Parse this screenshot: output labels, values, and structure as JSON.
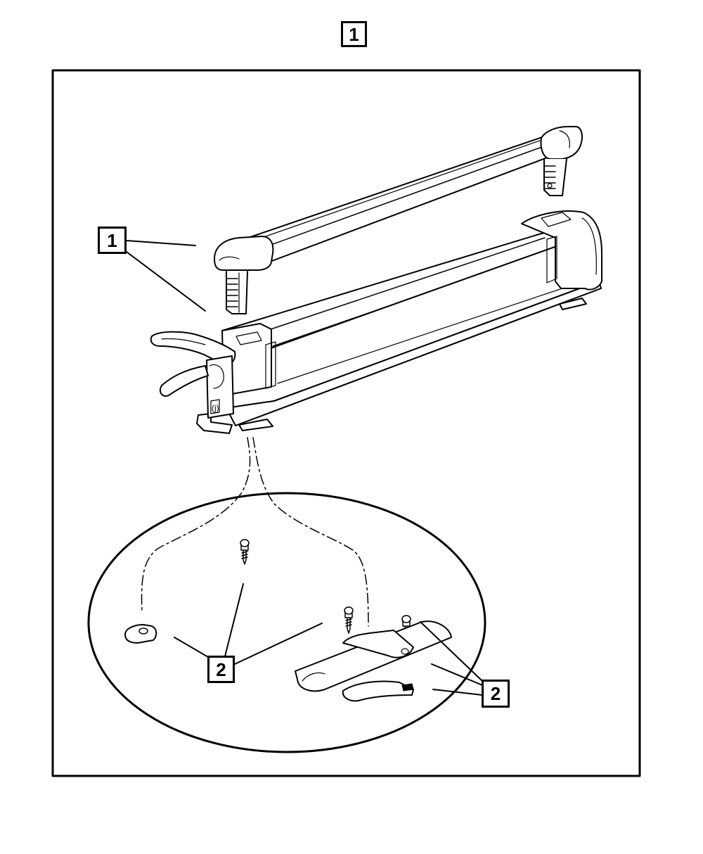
{
  "diagram": {
    "header_callout": "1",
    "callouts": [
      {
        "id": "rack-assembly",
        "label": "1"
      },
      {
        "id": "mount-hardware-left",
        "label": "2"
      },
      {
        "id": "mount-hardware-right",
        "label": "2"
      }
    ]
  },
  "colors": {
    "line": "#000000",
    "background": "#ffffff"
  }
}
